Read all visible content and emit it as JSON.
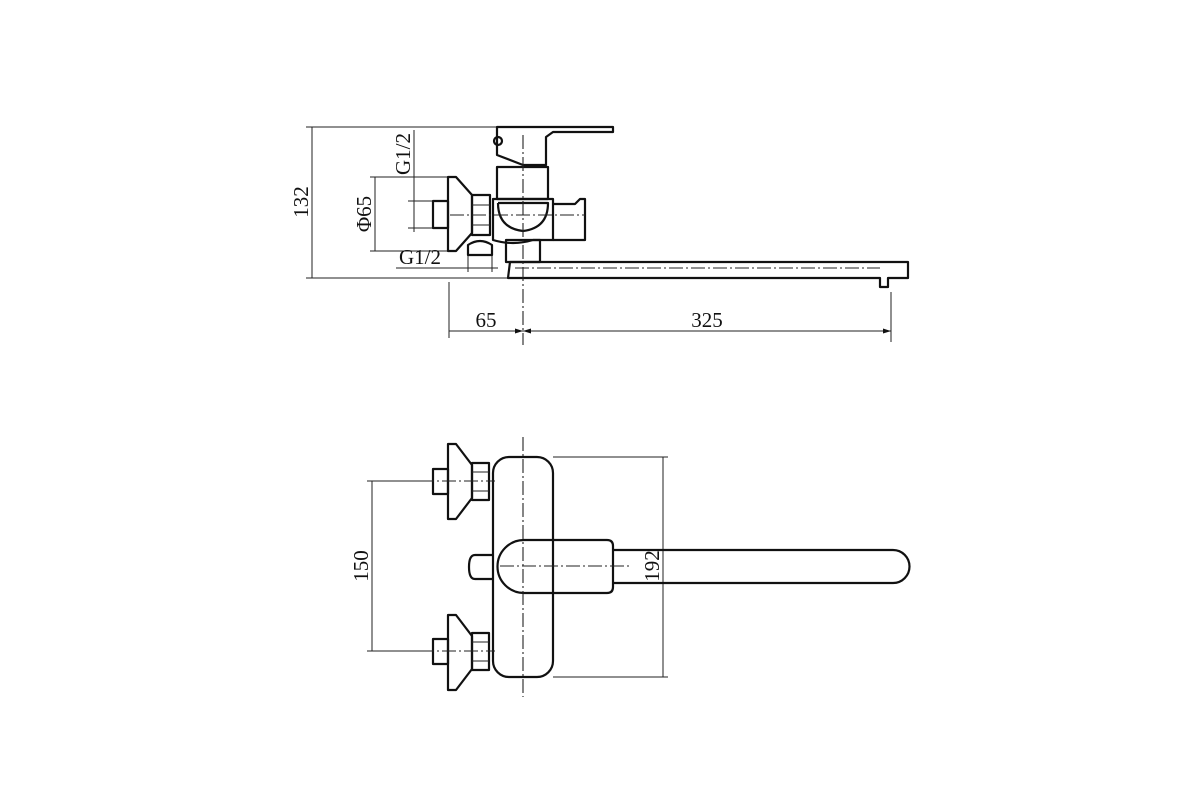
{
  "side_view": {
    "dim_height": "132",
    "dim_inlet_thread": "G1/2",
    "dim_flange_diameter": "Φ65",
    "dim_outlet_thread": "G1/2",
    "dim_wall_offset": "65",
    "dim_spout_reach": "325"
  },
  "top_view": {
    "dim_inlet_spacing": "150",
    "dim_body_height": "192"
  }
}
